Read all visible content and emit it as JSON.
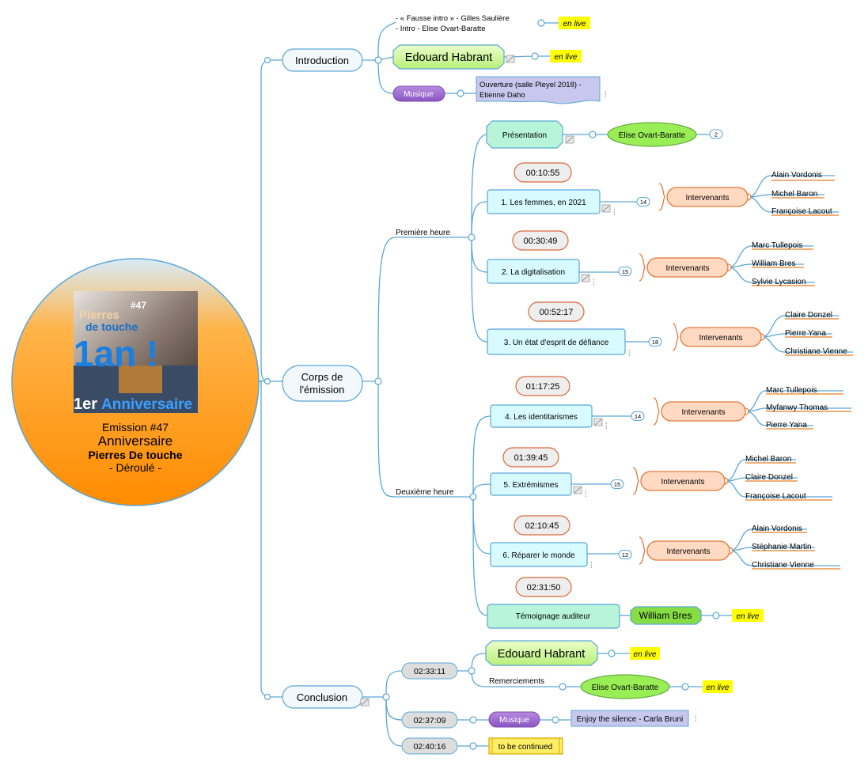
{
  "colors": {
    "line": "#5aa7d6",
    "root_fill": "#ff8c00",
    "root_stroke": "#5aa7d6",
    "time_fill": "#eeeeee",
    "time_stroke": "#d9683a",
    "intervenants_fill": "#ffd9c2",
    "intervenants_stroke": "#e07a3a",
    "topic_fill": "#d8fbff",
    "green_fill": "#ccff88",
    "green_stroke": "#66aa44",
    "teal_fill": "#b8f5d8",
    "purple_fill": "#9a66cc",
    "lav_fill": "#c8c8ee",
    "highlight": "#ffff00",
    "gray_pill": "#dddddd"
  },
  "root": {
    "logo": {
      "line_tag": "#47",
      "line1": "Pierres",
      "line2": "de touche",
      "big": "1an !",
      "bottom_a": "1er",
      "bottom_b": "Anniversaire"
    },
    "line1": "Emission #47",
    "line2": "Anniversaire",
    "line3": "Pierres De touche",
    "line4": "- Déroulé -"
  },
  "intro": {
    "label": "Introduction",
    "fausse_line1": "- « Fausse intro » - Gilles Saulière",
    "fausse_line2": "-  Intro - Elise Ovart-Baratte",
    "en_live": "en live",
    "edouard": "Edouard Habrant",
    "musique": "Musique",
    "music_line1": "Ouverture (salle Pleyel 2018) -",
    "music_line2": "Etienne Daho"
  },
  "corps": {
    "label_line1": "Corps de",
    "label_line2": "l'émission",
    "premiere": "Première heure",
    "deuxieme": "Deuxième heure",
    "presentation": "Présentation",
    "presenter": "Elise Ovart-Baratte",
    "presenter_count": "2",
    "intervenants": "Intervenants",
    "topics": [
      {
        "time": "00:10:55",
        "label": "1. Les femmes, en 2021",
        "count": "14",
        "people": [
          "Alain Vordonis",
          "Michel Baron",
          "Françoise Lacout"
        ]
      },
      {
        "time": "00:30:49",
        "label": "2. La digitalisation",
        "count": "15",
        "people": [
          "Marc Tullepois",
          "William Bres",
          "Sylvie Lycasion"
        ]
      },
      {
        "time": "00:52:17",
        "label": "3. Un état d'esprit de défiance",
        "count": "18",
        "people": [
          "Claire Donzel",
          "Pierre Yana",
          "Christiane Vienne"
        ]
      },
      {
        "time": "01:17:25",
        "label": "4. Les identitarismes",
        "count": "14",
        "people": [
          "Marc Tullepois",
          "Myfanwy Thomas",
          "Pierre Yana"
        ]
      },
      {
        "time": "01:39:45",
        "label": "5. Extrémismes",
        "count": "15",
        "people": [
          "Michel Baron",
          "Claire Donzel",
          "Françoise Lacout"
        ]
      },
      {
        "time": "02:10:45",
        "label": "6. Réparer le monde",
        "count": "12",
        "people": [
          "Alain Vordonis",
          "Stéphanie Martin",
          "Christiane Vienne"
        ]
      }
    ],
    "temoignage_time": "02:31:50",
    "temoignage": "Témoignage auditeur",
    "william": "William Bres",
    "en_live": "en live"
  },
  "conclusion": {
    "label": "Conclusion",
    "t1": "02:33:11",
    "edouard": "Edouard Habrant",
    "remerciements": "Remerciements",
    "elise": "Elise Ovart-Baratte",
    "en_live": "en live",
    "t2": "02:37:09",
    "musique": "Musique",
    "song": "Enjoy the silence - Carla Bruni",
    "t3": "02:40:16",
    "tbc": "to be continued"
  }
}
